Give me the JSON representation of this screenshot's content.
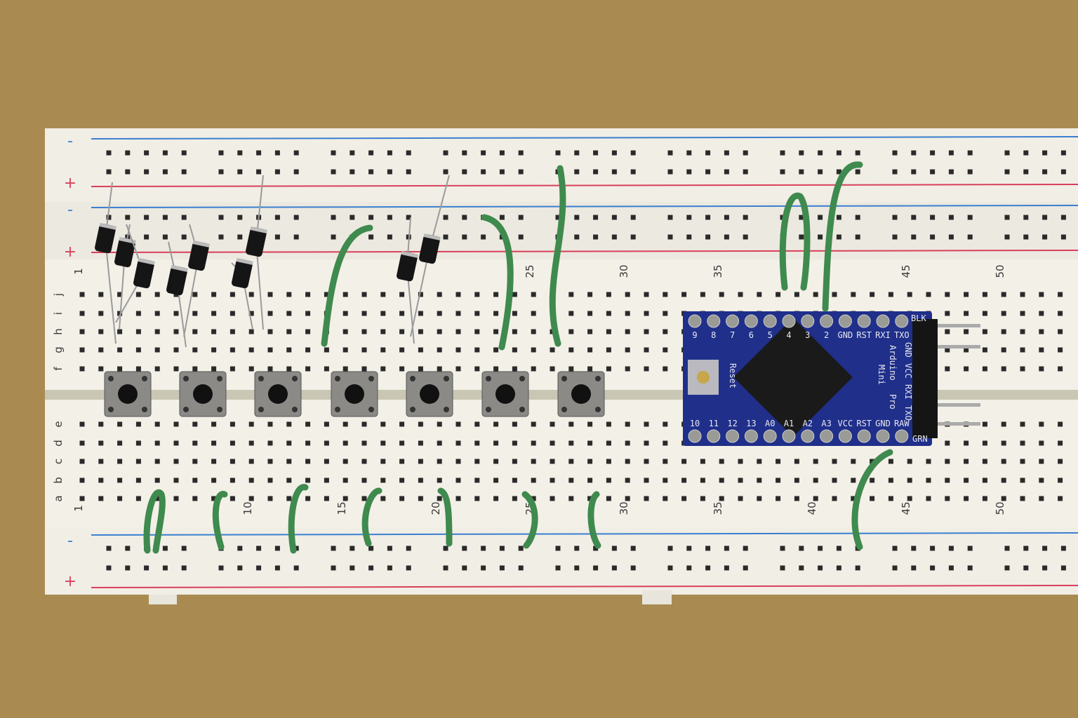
{
  "colors": {
    "table": "#a98b52",
    "board": "#efece4",
    "rail_negative": "#3a7fd0",
    "rail_positive": "#d8405a",
    "wire": "#3f8a4e",
    "arduino": "#1f2f8a"
  },
  "rails": {
    "negative_sign": "-",
    "positive_sign": "+"
  },
  "top_column_numbers": [
    "1",
    "25",
    "30",
    "35",
    "45",
    "50"
  ],
  "bottom_column_numbers": [
    "1",
    "10",
    "15",
    "20",
    "25",
    "30",
    "35",
    "40",
    "45",
    "50"
  ],
  "top_row_letters": [
    "j",
    "i",
    "h",
    "g",
    "f"
  ],
  "bottom_row_letters": [
    "e",
    "d",
    "c",
    "b",
    "a"
  ],
  "arduino": {
    "top_pins": [
      "9",
      "8",
      "7",
      "6",
      "5",
      "4",
      "3",
      "2",
      "GND",
      "RST",
      "RXI",
      "TXO"
    ],
    "bottom_pins": [
      "10",
      "11",
      "12",
      "13",
      "A0",
      "A1",
      "A2",
      "A3",
      "VCC",
      "RST",
      "GND",
      "RAW"
    ],
    "side_pins": [
      "GND",
      "VCC",
      "RXI",
      "TXO"
    ],
    "blk_label": "BLK",
    "grn_label": "GRN",
    "reset_label": "Reset",
    "board_name": [
      "Arduino",
      "Mini",
      "Pro"
    ]
  },
  "pushbutton_count": 7
}
